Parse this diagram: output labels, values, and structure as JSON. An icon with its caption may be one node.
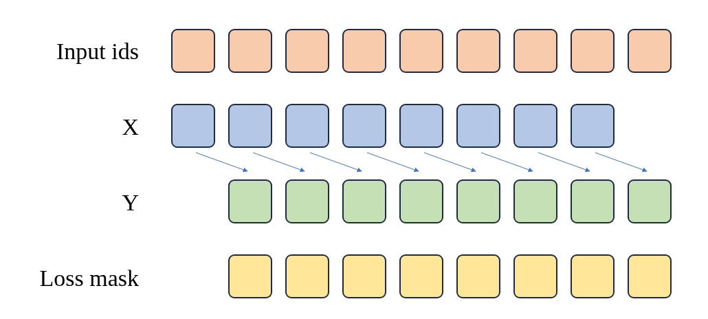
{
  "diagram": {
    "nodes": [
      {
        "text": [],
        "shape": "box"
      },
      {
        "text": [],
        "shape": "box"
      },
      {
        "text": [],
        "shape": "box"
      },
      {
        "text": [],
        "shape": "box"
      },
      {
        "text": [],
        "shape": "box"
      },
      {
        "text": [],
        "shape": "box"
      },
      {
        "text": [],
        "shape": "box"
      },
      {
        "text": [],
        "shape": "box"
      },
      {
        "text": [],
        "shape": "box"
      },
      {
        "text": [],
        "shape": "box"
      },
      {
        "text": [],
        "shape": "box"
      },
      {
        "text": [],
        "shape": "box"
      },
      {
        "text": [],
        "shape": "box"
      },
      {
        "text": [],
        "shape": "box"
      },
      {
        "text": [],
        "shape": "box"
      },
      {
        "text": [],
        "shape": "box"
      },
      {
        "text": [],
        "shape": "box"
      },
      {
        "text": [],
        "shape": "box"
      },
      {
        "text": [],
        "shape": "box"
      },
      {
        "text": [],
        "shape": "box"
      },
      {
        "text": [],
        "shape": "box"
      },
      {
        "text": [],
        "shape": "box"
      },
      {
        "text": [],
        "shape": "box"
      },
      {
        "text": [],
        "shape": "box"
      },
      {
        "text": [],
        "shape": "box"
      },
      {
        "text": [],
        "shape": "box"
      },
      {
        "text": [],
        "shape": "box"
      },
      {
        "text": [],
        "shape": "box"
      },
      {
        "text": [],
        "shape": "box"
      },
      {
        "text": [],
        "shape": "box"
      },
      {
        "text": [],
        "shape": "box"
      },
      {
        "text": [],
        "shape": "box"
      },
      {
        "text": [],
        "shape": "box"
      }
    ],
    "edges": [
      {
        "from": 9,
        "to": 17,
        "arrow": "to"
      },
      {
        "from": 10,
        "to": 18,
        "arrow": "to"
      },
      {
        "from": 11,
        "to": 19,
        "arrow": "to"
      },
      {
        "from": 12,
        "to": 20,
        "arrow": "to"
      },
      {
        "from": 13,
        "to": 21,
        "arrow": "to"
      },
      {
        "from": 14,
        "to": 22,
        "arrow": "to"
      },
      {
        "from": 15,
        "to": 23,
        "arrow": "to"
      },
      {
        "from": 16,
        "to": 24,
        "arrow": "to"
      }
    ],
    "labels": [
      "Input ids",
      "X",
      "Y",
      "Loss mask"
    ]
  }
}
